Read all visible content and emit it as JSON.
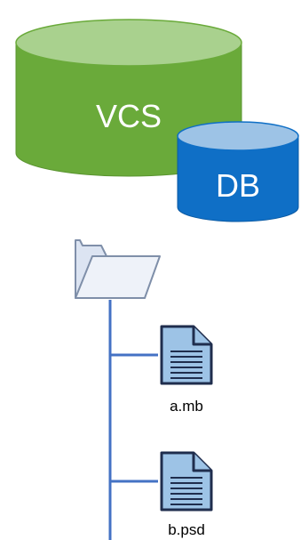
{
  "vcs_cylinder": {
    "label": "VCS",
    "color_body": "#6aaa3a",
    "color_top": "#a9d18e"
  },
  "db_cylinder": {
    "label": "DB",
    "color_body": "#0f6fc6",
    "color_top": "#9dc3e6"
  },
  "folder": {
    "icon": "folder-icon"
  },
  "tree_line_color": "#4472c4",
  "files": [
    {
      "label": "a.mb",
      "icon": "document-icon"
    },
    {
      "label": "b.psd",
      "icon": "document-icon"
    }
  ]
}
